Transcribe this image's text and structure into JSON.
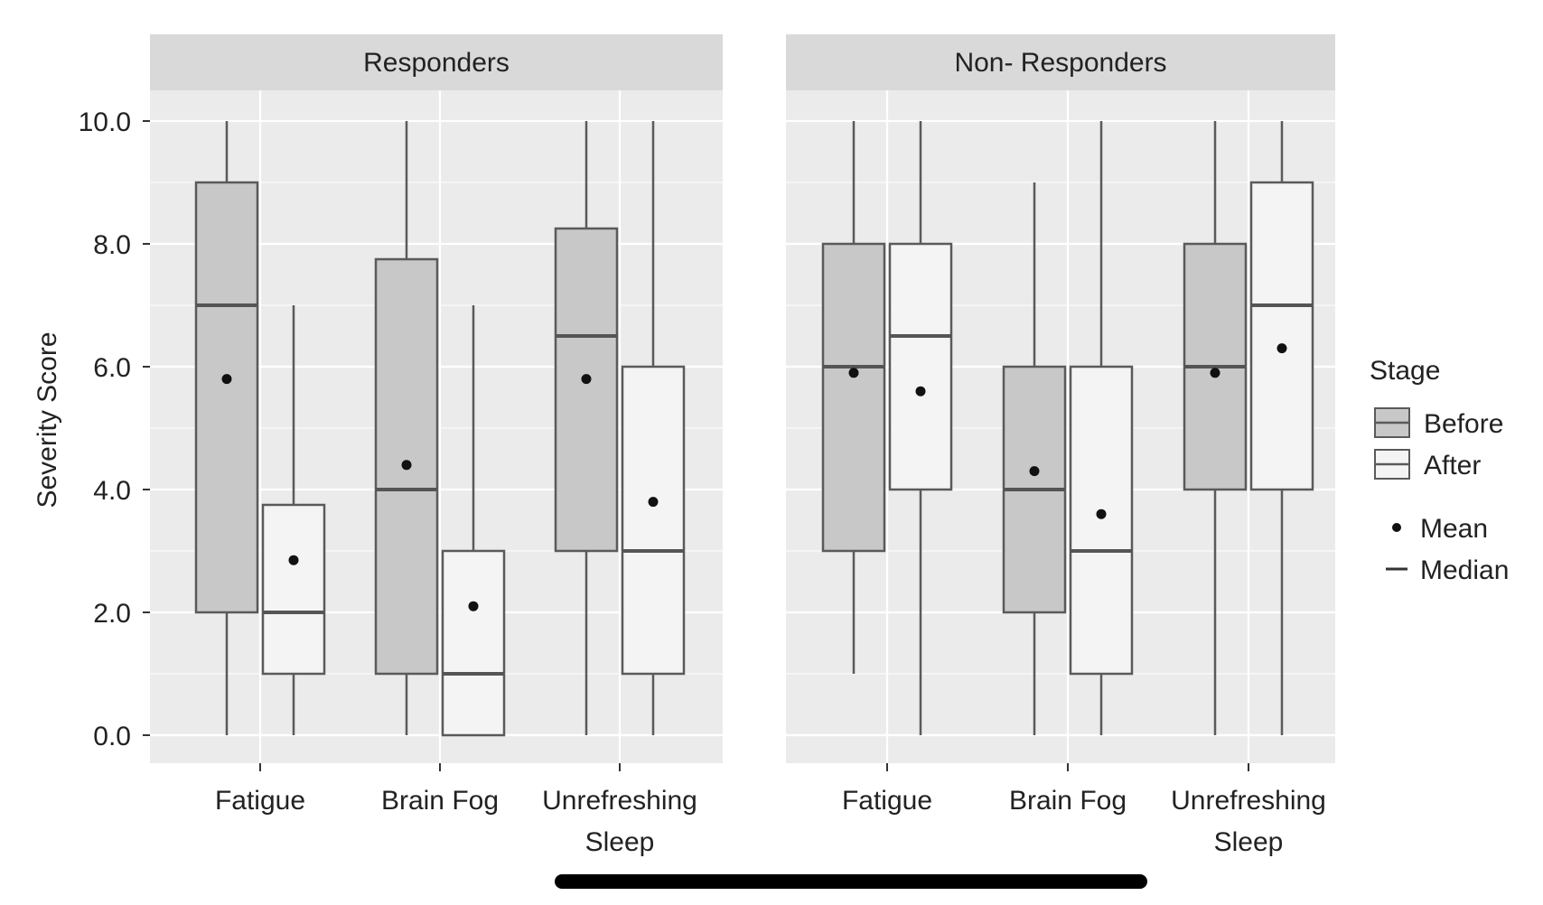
{
  "chart_data": {
    "type": "boxplot",
    "ylabel": "Severity Score",
    "ylim": [
      0,
      10
    ],
    "yticks": [
      "0.0",
      "2.0",
      "4.0",
      "6.0",
      "8.0",
      "10.0"
    ],
    "categories": [
      "Fatigue",
      "Brain Fog",
      "Unrefreshing Sleep"
    ],
    "colors": {
      "Before": "#c8c8c8",
      "After": "#f4f4f4",
      "panel_bg": "#ebebeb",
      "strip_bg": "#d9d9d9"
    },
    "panels": [
      {
        "title": "Responders",
        "groups": [
          {
            "category": "Fatigue",
            "before": {
              "min": 0,
              "q1": 2.0,
              "median": 7.0,
              "q3": 9.0,
              "max": 10.0,
              "mean": 5.8
            },
            "after": {
              "min": 0,
              "q1": 1.0,
              "median": 2.0,
              "q3": 3.75,
              "max": 7.0,
              "mean": 2.85
            }
          },
          {
            "category": "Brain Fog",
            "before": {
              "min": 0,
              "q1": 1.0,
              "median": 4.0,
              "q3": 7.75,
              "max": 10.0,
              "mean": 4.4
            },
            "after": {
              "min": 0,
              "q1": 0.0,
              "median": 1.0,
              "q3": 3.0,
              "max": 7.0,
              "mean": 2.1
            }
          },
          {
            "category": "Unrefreshing Sleep",
            "before": {
              "min": 0,
              "q1": 3.0,
              "median": 6.5,
              "q3": 8.25,
              "max": 10.0,
              "mean": 5.8
            },
            "after": {
              "min": 0,
              "q1": 1.0,
              "median": 3.0,
              "q3": 6.0,
              "max": 10.0,
              "mean": 3.8
            }
          }
        ]
      },
      {
        "title": "Non- Responders",
        "groups": [
          {
            "category": "Fatigue",
            "before": {
              "min": 1.0,
              "q1": 3.0,
              "median": 6.0,
              "q3": 8.0,
              "max": 10.0,
              "mean": 5.9
            },
            "after": {
              "min": 0,
              "q1": 4.0,
              "median": 6.5,
              "q3": 8.0,
              "max": 10.0,
              "mean": 5.6
            }
          },
          {
            "category": "Brain Fog",
            "before": {
              "min": 0,
              "q1": 2.0,
              "median": 4.0,
              "q3": 6.0,
              "max": 9.0,
              "mean": 4.3
            },
            "after": {
              "min": 0,
              "q1": 1.0,
              "median": 3.0,
              "q3": 6.0,
              "max": 10.0,
              "mean": 3.6
            }
          },
          {
            "category": "Unrefreshing Sleep",
            "before": {
              "min": 0,
              "q1": 4.0,
              "median": 6.0,
              "q3": 8.0,
              "max": 10.0,
              "mean": 5.9
            },
            "after": {
              "min": 0,
              "q1": 4.0,
              "median": 7.0,
              "q3": 9.0,
              "max": 10.0,
              "mean": 6.3
            }
          }
        ]
      }
    ],
    "legend": {
      "title": "Stage",
      "position": "right",
      "items": [
        {
          "label": "Before",
          "kind": "box",
          "color": "#c8c8c8"
        },
        {
          "label": "After",
          "kind": "box",
          "color": "#f4f4f4"
        },
        {
          "label": "Mean",
          "kind": "point"
        },
        {
          "label": "Median",
          "kind": "line"
        }
      ]
    }
  }
}
